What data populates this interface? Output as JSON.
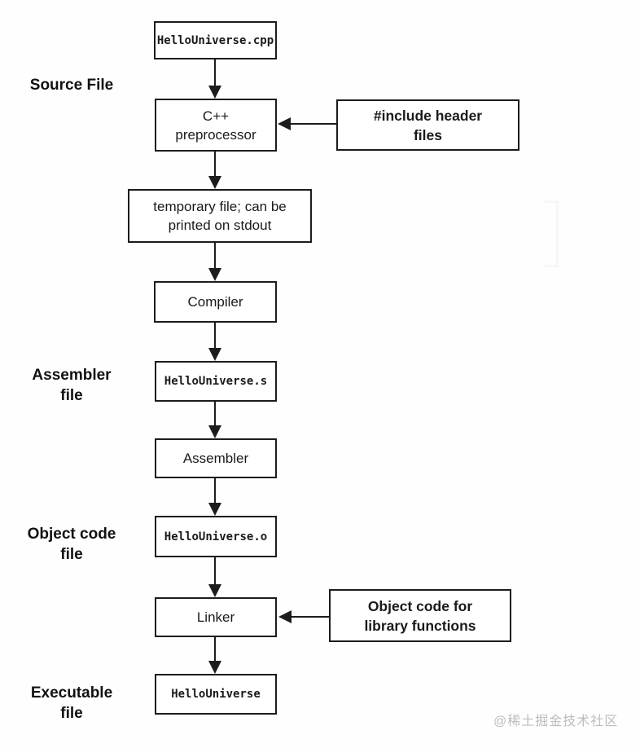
{
  "diagram": {
    "nodes": [
      {
        "label": "HelloUniverse.cpp"
      },
      {
        "label": "C++\npreprocessor"
      },
      {
        "label": "temporary file; can be\nprinted on stdout"
      },
      {
        "label": "Compiler"
      },
      {
        "label": "HelloUniverse.s"
      },
      {
        "label": "Assembler"
      },
      {
        "label": "HelloUniverse.o"
      },
      {
        "label": "Linker"
      },
      {
        "label": "HelloUniverse"
      }
    ],
    "annotations": [
      {
        "label": "#include header\nfiles"
      },
      {
        "label": "Object code for\nlibrary functions"
      }
    ],
    "side_labels": [
      {
        "label": "Source File"
      },
      {
        "label": "Assembler\nfile"
      },
      {
        "label": "Object code\nfile"
      },
      {
        "label": "Executable\nfile"
      }
    ],
    "watermark": "@稀土掘金技术社区",
    "colors": {
      "line": "#1c1c1c",
      "text": "#1a1a1a",
      "background": "#fefefe",
      "watermark_gray": "#bdbdbd"
    }
  }
}
